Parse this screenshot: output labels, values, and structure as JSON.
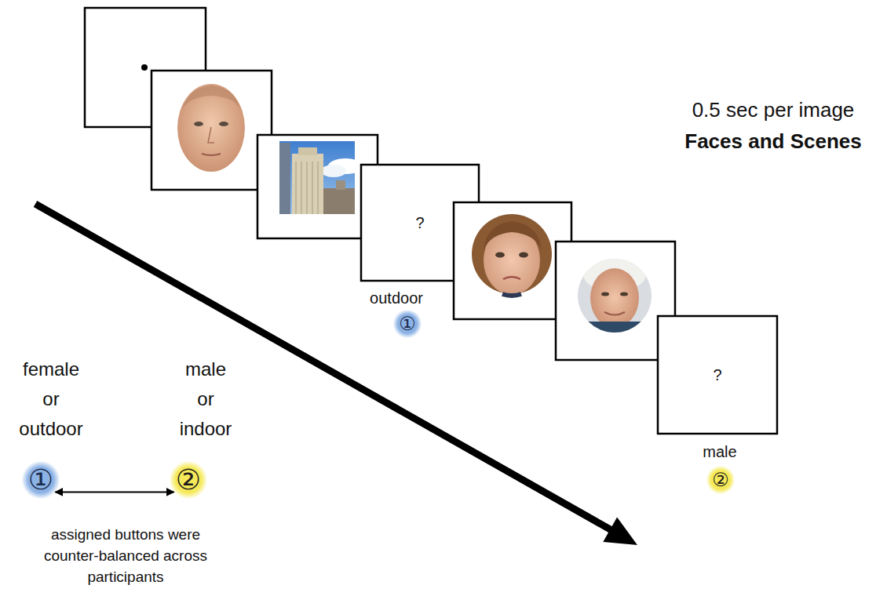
{
  "diagram": {
    "nodes": [
      {
        "text": [
          "?"
        ]
      },
      {
        "text": [
          "①"
        ]
      },
      {
        "text": [
          "?"
        ]
      },
      {
        "text": [
          "②"
        ]
      },
      {
        "text": [
          "①"
        ]
      },
      {
        "text": [
          "②"
        ]
      }
    ],
    "edges": [
      {
        "from": 4,
        "to": 5,
        "arrow": "both"
      }
    ],
    "labels": [
      "0.5 sec per image",
      "Faces and Scenes",
      "outdoor",
      "male",
      "female or outdoor",
      "male or indoor",
      "assigned buttons were counter-balanced across participants"
    ]
  }
}
